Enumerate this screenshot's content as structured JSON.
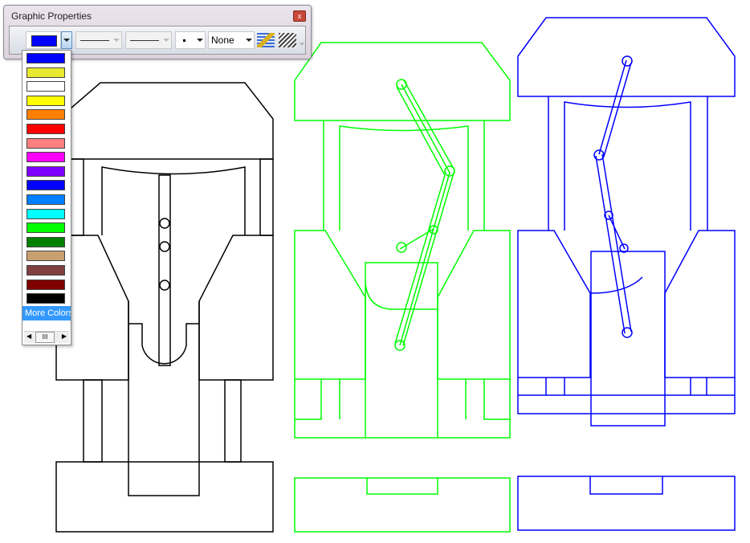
{
  "window": {
    "title": "Graphic Properties",
    "close_label": "x"
  },
  "toolbar": {
    "fill_selected": "None",
    "current_color": "#0000ff"
  },
  "color_list": {
    "colors": [
      "#0000ff",
      "#e8e830",
      "#ffffff",
      "#ffff00",
      "#ff8000",
      "#ff0000",
      "#ff8080",
      "#ff00ff",
      "#8000ff",
      "#0000ff",
      "#0080ff",
      "#00ffff",
      "#00ff00",
      "#008000",
      "#c8a070",
      "#804040",
      "#800000",
      "#000000"
    ],
    "more_label": "More Colors...",
    "scroll_thumb": "III"
  },
  "drawings": {
    "colors": [
      "#000000",
      "#00ff00",
      "#0000ff"
    ]
  }
}
